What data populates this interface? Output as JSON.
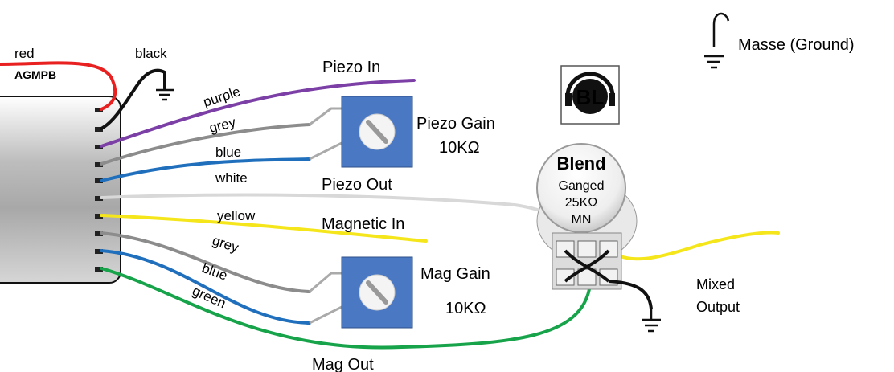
{
  "preamp": {
    "name": "AGMPB"
  },
  "wires": {
    "red": "red",
    "black": "black",
    "purple": "purple",
    "grey1": "grey",
    "blue1": "blue",
    "white": "white",
    "yellow": "yellow",
    "grey2": "grey",
    "blue2": "blue",
    "green": "green"
  },
  "connections": {
    "piezo_in": "Piezo In",
    "piezo_out": "Piezo Out",
    "magnetic_in": "Magnetic In",
    "mag_out": "Mag Out",
    "mixed_output_line1": "Mixed",
    "mixed_output_line2": "Output"
  },
  "pots": {
    "piezo_gain": {
      "name": "Piezo Gain",
      "value": "10KΩ"
    },
    "mag_gain": {
      "name": "Mag Gain",
      "value": "10KΩ"
    }
  },
  "blend": {
    "title": "Blend",
    "line1": "Ganged",
    "line2": "25KΩ",
    "line3": "MN"
  },
  "logo": {
    "text": "BL"
  },
  "legend": {
    "ground": "Masse (Ground)"
  },
  "colors": {
    "red": "#e82020",
    "black": "#111111",
    "purple": "#7b3fa6",
    "grey": "#8c8c8c",
    "blue": "#1f6fbd",
    "white": "#dcdcdc",
    "yellow": "#f5e61c",
    "green": "#17a34a",
    "pot_blue": "#4a78c2"
  }
}
